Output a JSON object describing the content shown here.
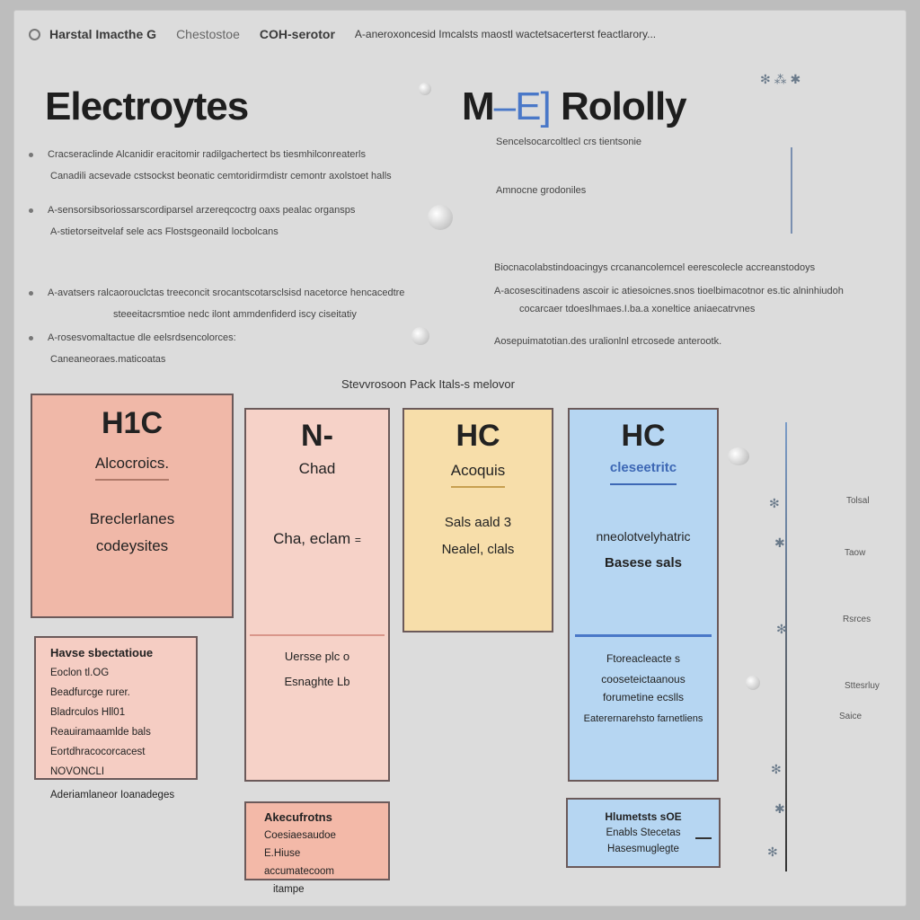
{
  "header": {
    "item1": "Harstal Imacthe G",
    "item2": "Chestostoe",
    "item3": "COH-serotor",
    "item4": "A-aneroxoncesid Imcalsts maostl wactetsacerterst feactlarory..."
  },
  "left": {
    "title": "Electroytes",
    "paragraphs": [
      [
        "Cracseraclinde Alcanidir eracitomir radilgachertect bs tiesmhilconreaterls",
        "Canadili acsevade cstsockst beonatic cemtoridirmdistr cemontr axolstoet halls"
      ],
      [
        "A-sensorsibsoriossarscordiparsel arzereqcoctrg oaxs pealac organsps",
        "A-stietorseitvelaf sele acs Flostsgeonaild locbolcans"
      ],
      [
        "A-avatsers ralcaorouclctas treeconcit srocantscotarsclsisd nacetorce hencacedtre",
        "steeeitacrsmtioe nedc ilont ammdenfiderd iscy ciseitatiy"
      ],
      [
        "A-rosesvomaltactue dle eelsrdsencolorces:",
        "Caneaneoraes.maticoatas"
      ]
    ]
  },
  "right": {
    "title_prefix": "M",
    "title_mid": "E",
    "title_suffix": "Rololly",
    "lines": [
      "Sencelsocarcoltlecl crs tientsonie",
      "Amnocne grodoniles",
      "Biocnacolabstindoacingys crcanancolemcel eerescolecle accreanstodoys",
      "A-acosescitinadens ascoir ic atiesoicnes.snos tioelbimacotnor es.tic alninhiudoh",
      "cocarcaer tdoeslhmaes.I.ba.a xoneltice aniaecatrvnes",
      "Aosepuimatotian.des uralionlnl etrcosede anterootk."
    ]
  },
  "mid_label": "Stevvrosoon Pack Itals-s melovor",
  "columns": [
    {
      "formula": "H1C",
      "name": "Alcocroics.",
      "desc1": "Breclerlanes",
      "desc2": "codeysites"
    },
    {
      "formula": "N-",
      "name": "Chad",
      "desc1": "Cha, eclam",
      "desc2": "=",
      "extra1": "Uersse plc o",
      "extra2": "Esnaghte Lb"
    },
    {
      "formula": "HC",
      "name": "Acoquis",
      "desc1": "Sals aald 3",
      "desc2": "Nealel, clals"
    },
    {
      "formula": "HC",
      "name": "cleseetritc",
      "desc1": "nneolotvelyhatric",
      "desc2": "Basese sals",
      "extra1": "Ftoreacleacte",
      "extra2": "s",
      "extra3": "cooseteictaanous",
      "extra4": "forumetine ecslls",
      "extra5": "Eaterernarehsto farnetliens"
    }
  ],
  "box_left": {
    "heading": "Havse sbectatioue",
    "lines": [
      "Eoclon tl.OG",
      "Beadfurcge rurer.",
      "Bladrculos Hll01",
      "Reauiramaamlde bals",
      "Eortdhracocorcacest NOVONCLI",
      "Aderiamlaneor Ioanadeges"
    ]
  },
  "box_bottom_left": {
    "heading": "Akecufrotns",
    "lines": [
      "Coesiaesaudoe",
      "E.Hiuse accumatecoom",
      "itampe"
    ]
  },
  "box_bottom_right": {
    "heading": "Hlumetsts sOE",
    "lines": [
      "Enabls Stecetas",
      "Hasesmuglegte"
    ]
  },
  "axis_labels": [
    "Tolsal",
    "Taow",
    "Rsrces",
    "Sttesrluy",
    "Saice"
  ],
  "colors": {
    "red_box": "#f0b8a8",
    "pink_box": "#f6d2c8",
    "yellow_box": "#f7deaa",
    "blue_box": "#b6d6f2",
    "light_red_box": "#f5cdc3",
    "blue_accent": "#4a78c8"
  }
}
